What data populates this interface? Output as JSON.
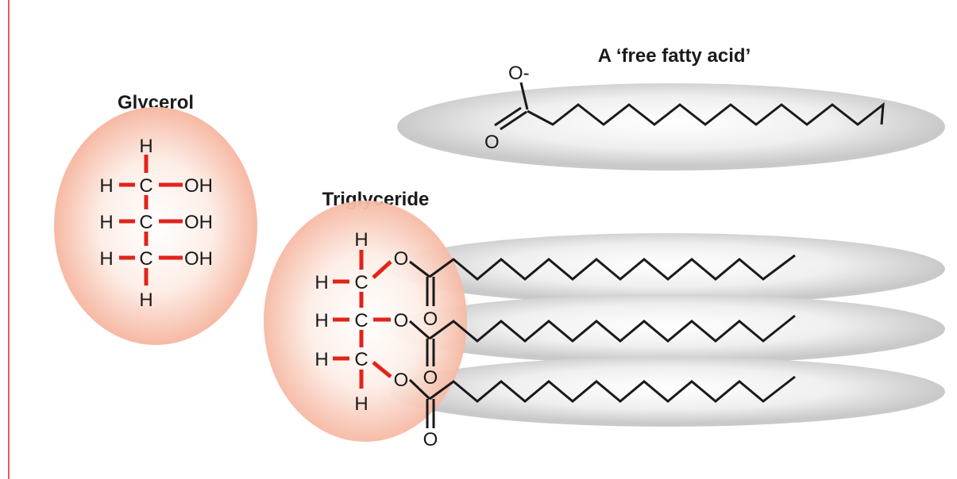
{
  "labels": {
    "free_fatty_acid": "A ‘free fatty acid’",
    "glycerol": "Glycerol",
    "triglyceride": "Triglyceride"
  },
  "atoms": {
    "H": "H",
    "C": "C",
    "O": "O",
    "OH": "OH",
    "O_minus": "O-"
  },
  "colors": {
    "bond_red": "#e2231a",
    "bond_black": "#1a1a1a",
    "divider": "#e06060",
    "glycerol_blob": "#f6b9a4",
    "fatty_chain_blob": "#c9c9c9"
  }
}
